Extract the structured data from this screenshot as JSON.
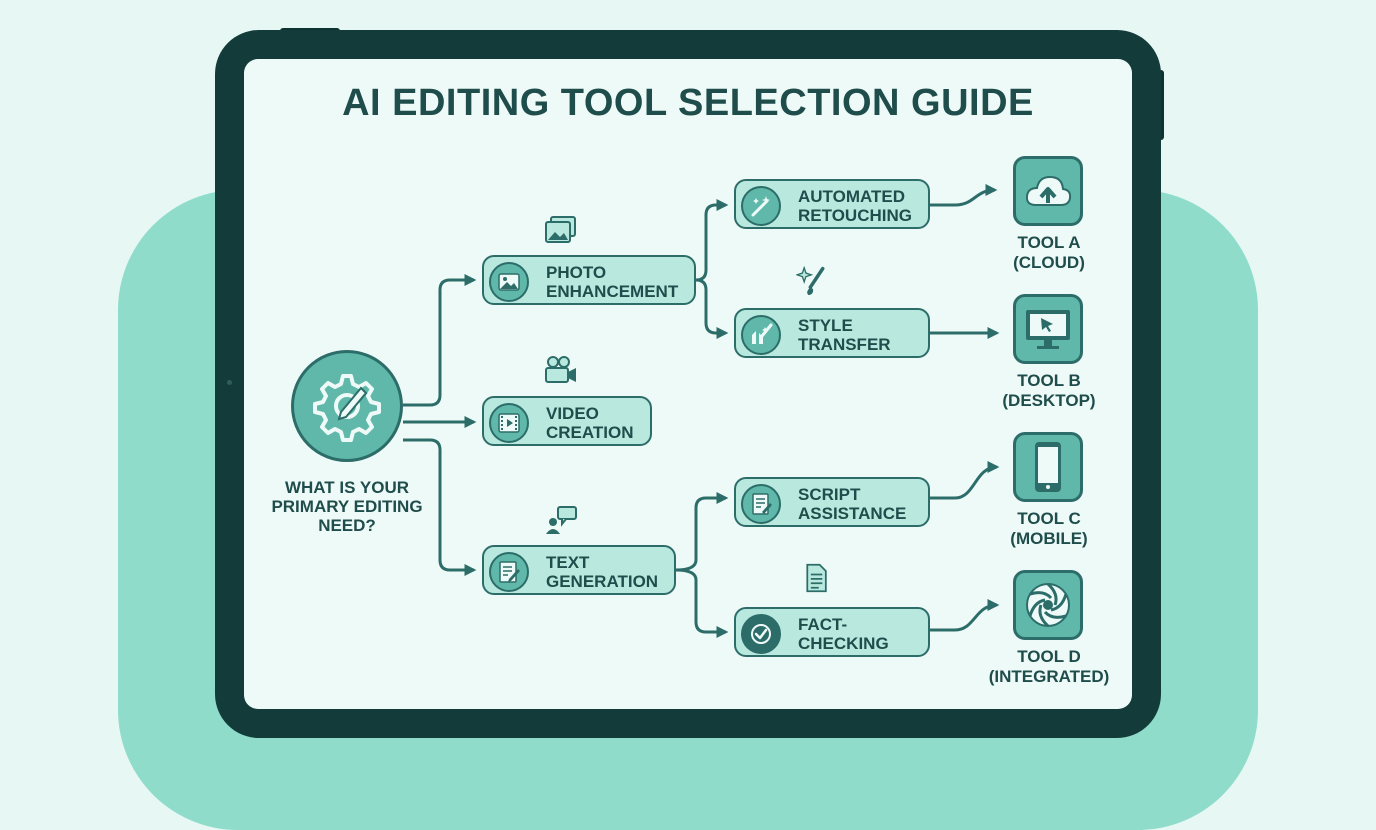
{
  "title": "AI EDITING TOOL SELECTION GUIDE",
  "question": "WHAT IS YOUR PRIMARY EDITING NEED?",
  "categories": [
    {
      "id": "photo",
      "label": "PHOTO ENHANCEMENT",
      "icon": "image-icon"
    },
    {
      "id": "video",
      "label": "VIDEO CREATION",
      "icon": "film-icon"
    },
    {
      "id": "text",
      "label": "TEXT GENERATION",
      "icon": "document-edit-icon"
    }
  ],
  "subcategories": [
    {
      "id": "retouch",
      "parent": "photo",
      "label": "AUTOMATED RETOUCHING",
      "icon": "magic-wand-icon",
      "tool": "a"
    },
    {
      "id": "style",
      "parent": "photo",
      "label": "STYLE TRANSFER",
      "icon": "paint-brush-icon",
      "tool": "b"
    },
    {
      "id": "script",
      "parent": "text",
      "label": "SCRIPT ASSISTANCE",
      "icon": "script-icon",
      "tool": "c"
    },
    {
      "id": "fact",
      "parent": "text",
      "label": "FACT-CHECKING",
      "icon": "checkmark-icon",
      "tool": "d"
    }
  ],
  "tools": [
    {
      "id": "a",
      "name": "TOOL A",
      "platform": "(CLOUD)",
      "icon": "cloud-upload-icon"
    },
    {
      "id": "b",
      "name": "TOOL B",
      "platform": "(DESKTOP)",
      "icon": "desktop-monitor-icon"
    },
    {
      "id": "c",
      "name": "TOOL C",
      "platform": "(MOBILE)",
      "icon": "smartphone-icon"
    },
    {
      "id": "d",
      "name": "TOOL D",
      "platform": "(INTEGRATED)",
      "icon": "aperture-icon"
    }
  ],
  "colors": {
    "accent": "#5fb8a9",
    "node_fill": "#b8e8de",
    "stroke": "#2d6d69",
    "text": "#1f4d4b"
  }
}
